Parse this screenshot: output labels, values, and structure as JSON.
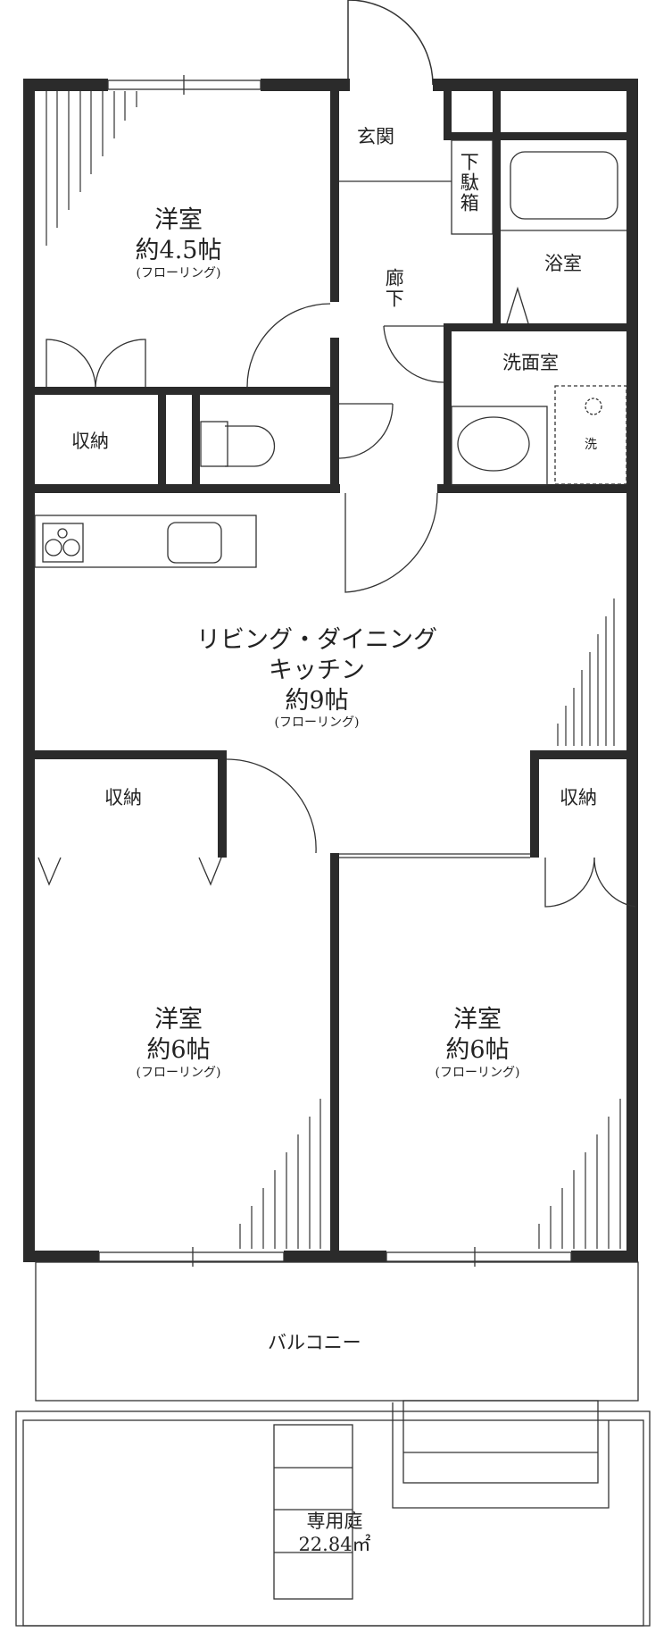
{
  "floorplan": {
    "rooms": {
      "western_room_1": {
        "name": "洋室",
        "size": "約4.5帖",
        "floor": "(フローリング)"
      },
      "entrance": {
        "name": "玄関"
      },
      "shoe_cabinet": {
        "name": "下駄箱"
      },
      "bathroom": {
        "name": "浴室"
      },
      "hallway": {
        "name": "廊下"
      },
      "washroom": {
        "name": "洗面室",
        "washer_label": "洗"
      },
      "storage_1": {
        "name": "収納"
      },
      "ldk": {
        "name_line1": "リビング・ダイニング",
        "name_line2": "キッチン",
        "size": "約9帖",
        "floor": "(フローリング)"
      },
      "storage_2": {
        "name": "収納"
      },
      "storage_3": {
        "name": "収納"
      },
      "western_room_2": {
        "name": "洋室",
        "size": "約6帖",
        "floor": "(フローリング)"
      },
      "western_room_3": {
        "name": "洋室",
        "size": "約6帖",
        "floor": "(フローリング)"
      },
      "balcony": {
        "name": "バルコニー"
      },
      "private_garden": {
        "name": "専用庭",
        "area": "22.84㎡"
      }
    },
    "colors": {
      "wall": "#2b2b2b",
      "line": "#333333",
      "background": "#ffffff"
    }
  }
}
